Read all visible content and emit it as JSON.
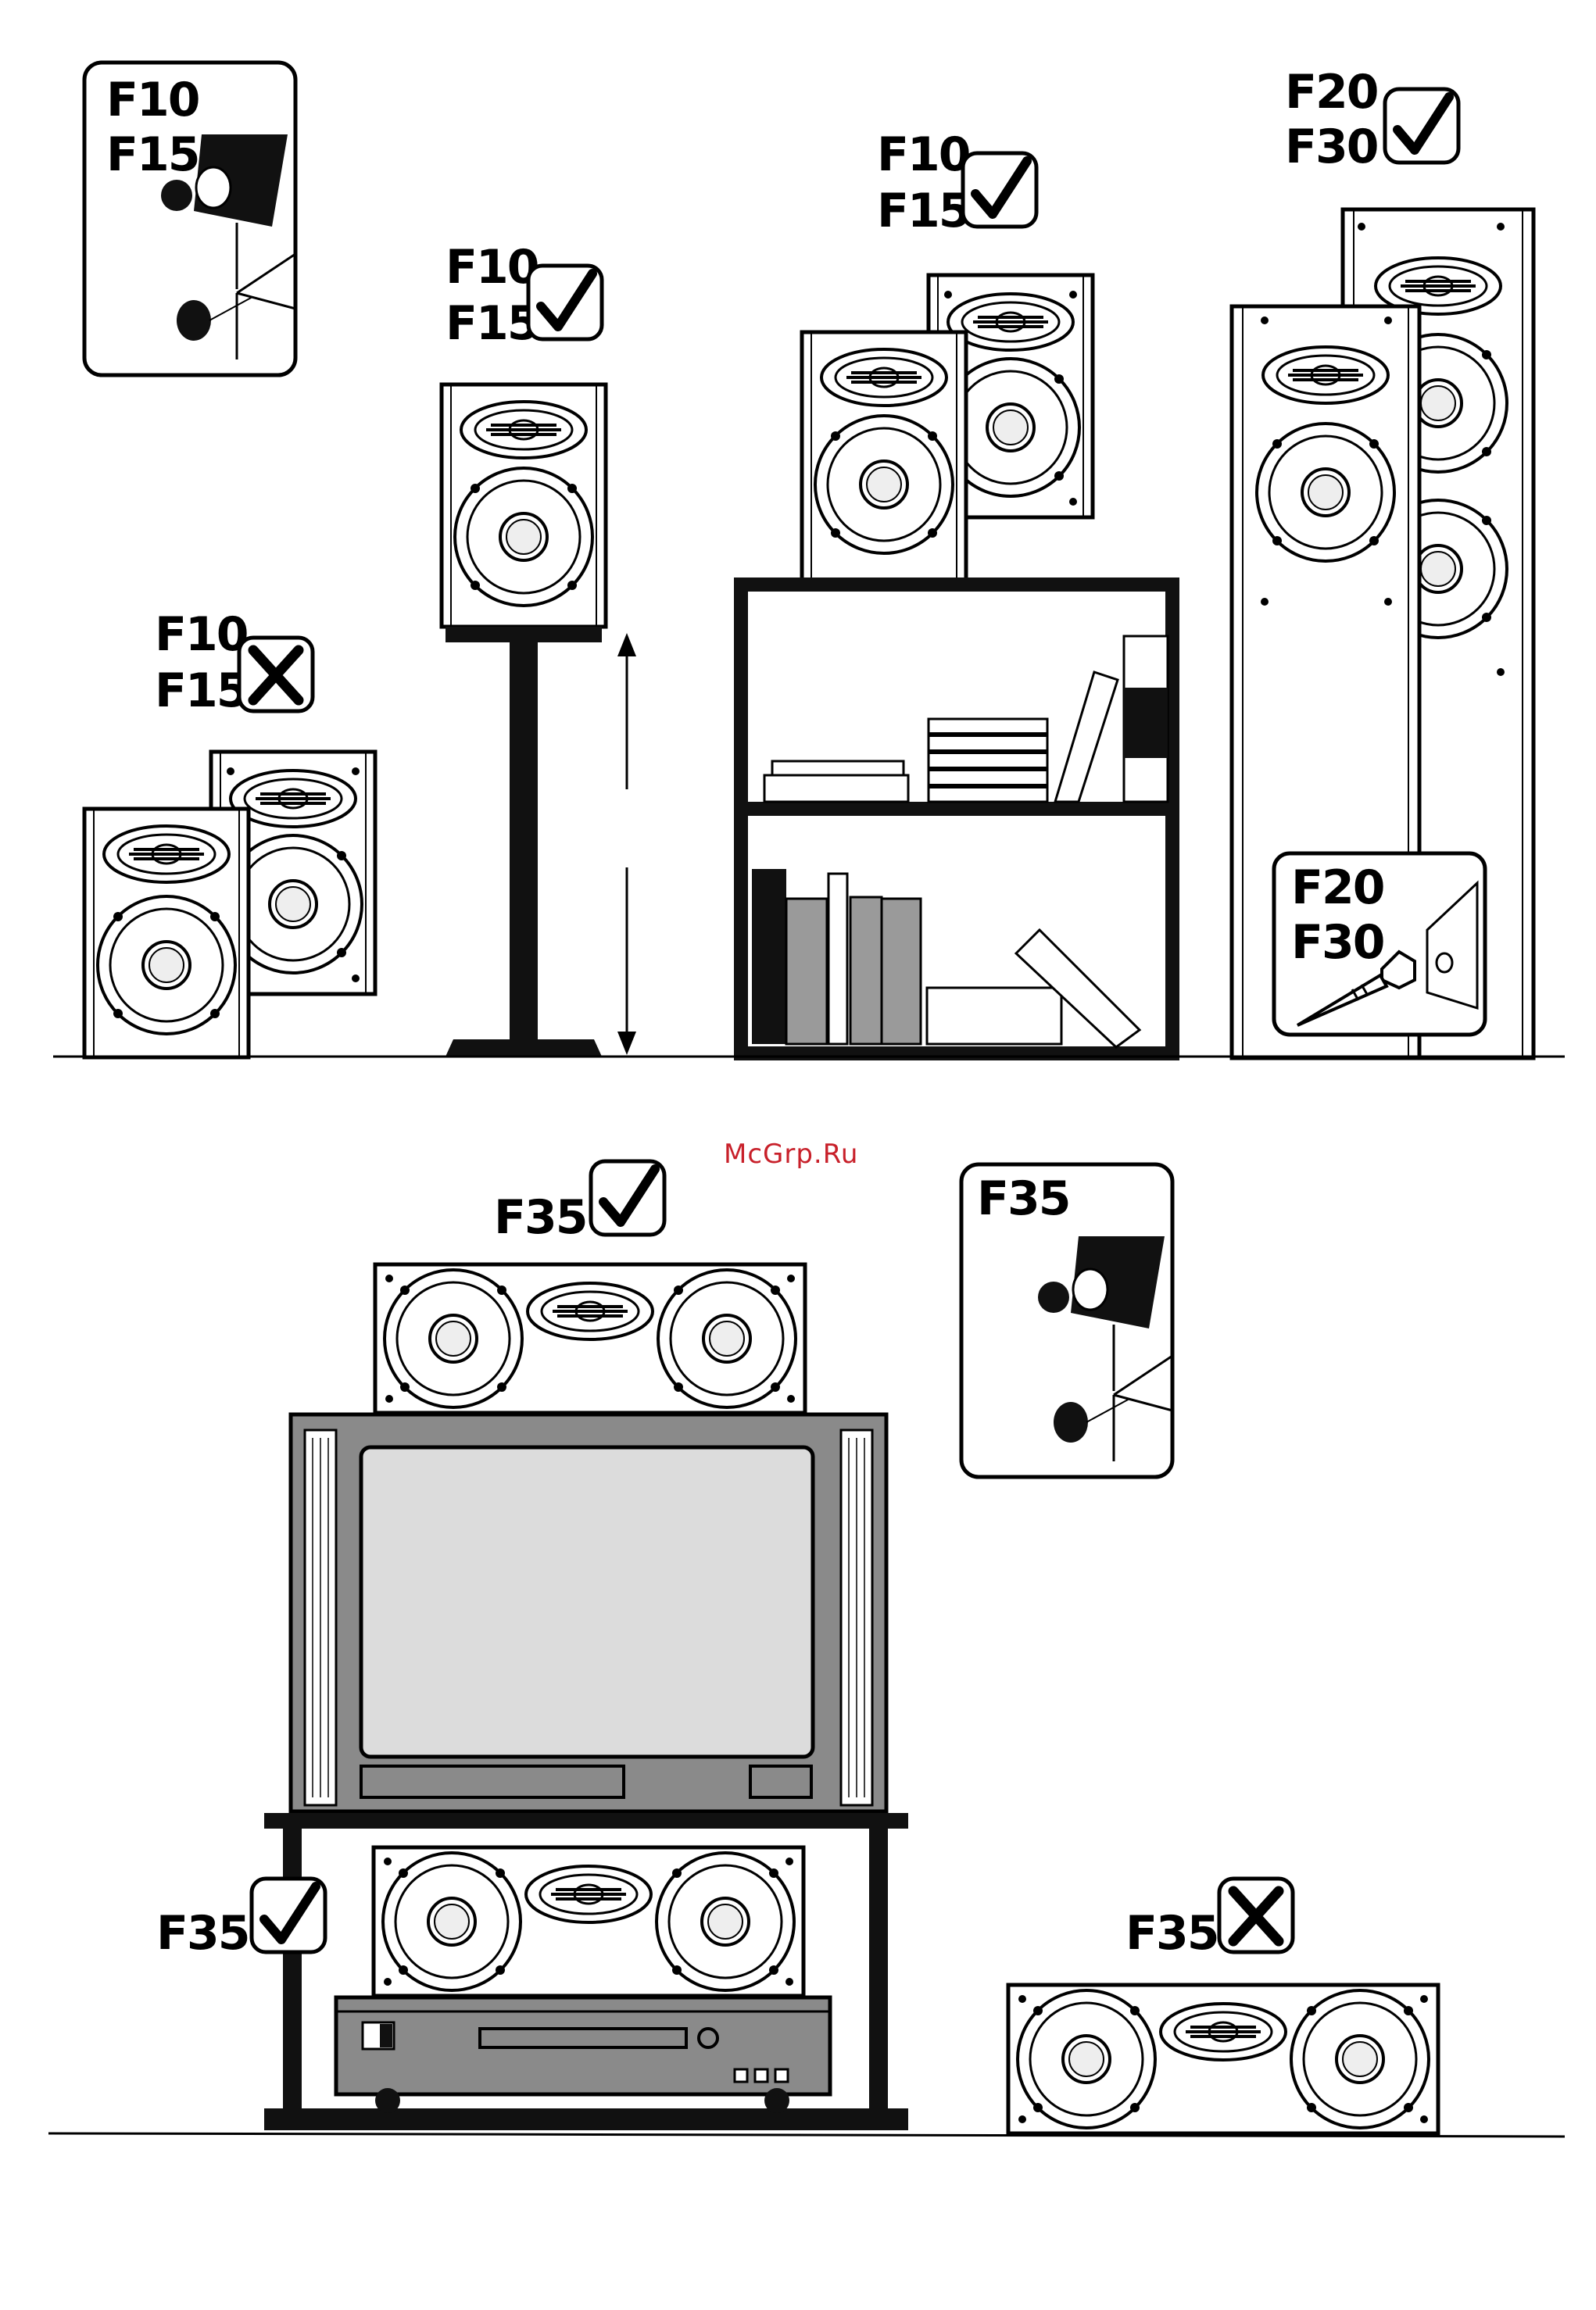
{
  "labels": {
    "f10": "F10",
    "f15": "F15",
    "f20": "F20",
    "f30": "F30",
    "f35": "F35"
  },
  "icons": {
    "ok": "check-mark-icon",
    "no": "cross-mark-icon"
  },
  "watermark": "McGrp.Ru",
  "colors": {
    "ink": "#000000",
    "watermark": "#c8202a",
    "tv_body": "#8a8a8a",
    "tv_screen": "#dcdcdc",
    "book_grey": "#9a9a9a"
  }
}
